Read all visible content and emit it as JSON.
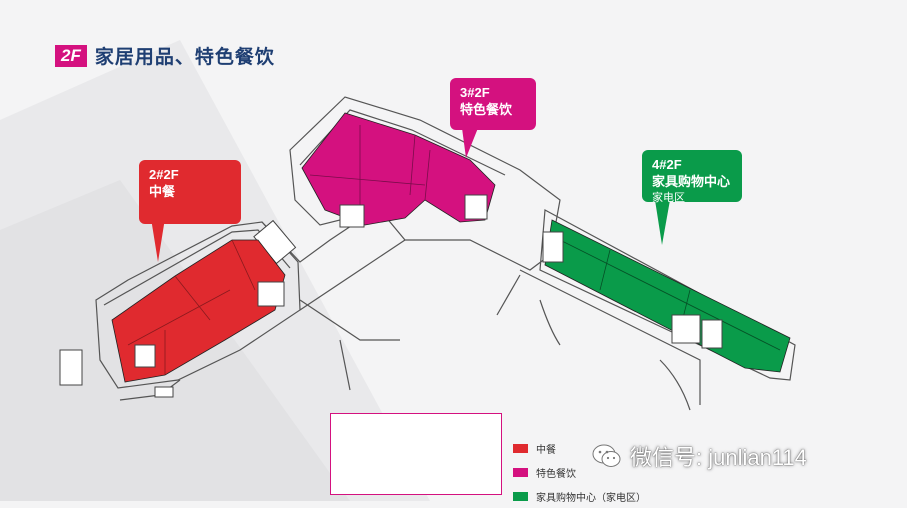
{
  "header": {
    "badge": "2F",
    "title": "家居用品、特色餐饮"
  },
  "callouts": {
    "red": {
      "line1": "2#2F",
      "line2": "中餐"
    },
    "pink": {
      "line1": "3#2F",
      "line2": "特色餐饮"
    },
    "green": {
      "line1": "4#2F",
      "line2": "家具购物中心",
      "line3": "家电区"
    }
  },
  "legend": {
    "items": [
      {
        "label": "中餐",
        "color": "#e02a2f"
      },
      {
        "label": "特色餐饮",
        "color": "#d4117f"
      },
      {
        "label": "家具购物中心（家电区）",
        "color": "#0a9b4a"
      }
    ]
  },
  "watermark": {
    "text": "微信号: junlian114"
  },
  "colors": {
    "red": "#e02a2f",
    "pink": "#d4117f",
    "green": "#0a9b4a",
    "navy": "#1f3f73"
  }
}
